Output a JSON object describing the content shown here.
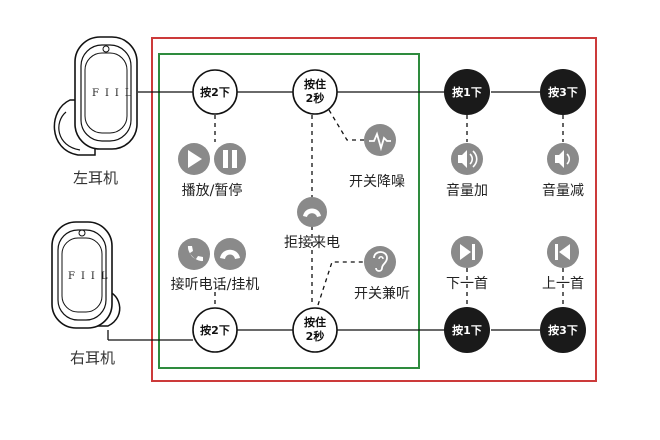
{
  "left_ear": {
    "label": "左耳机",
    "logo": "FIIL"
  },
  "right_ear": {
    "label": "右耳机",
    "logo": "FIIL"
  },
  "buttons": {
    "left_press2": "按2下",
    "left_hold_line1": "按住",
    "left_hold_line2": "2秒",
    "left_press1": "按1下",
    "left_press3": "按3下",
    "right_press2": "按2下",
    "right_hold_line1": "按住",
    "right_hold_line2": "2秒",
    "right_press1": "按1下",
    "right_press3": "按3下"
  },
  "functions": {
    "play_pause": "播放/暂停",
    "noise_cancel": "开关降噪",
    "reject_call": "拒接来电",
    "answer_hangup": "接听电话/挂机",
    "transparency": "开关兼听",
    "volume_up": "音量加",
    "volume_down": "音量减",
    "next_track": "下一首",
    "prev_track": "上一首"
  },
  "colors": {
    "outer_frame": "#cc3a3a",
    "inner_frame": "#2e8b3e",
    "icon_gray": "#8a8a8a",
    "dark_button": "#1a1a1a"
  }
}
